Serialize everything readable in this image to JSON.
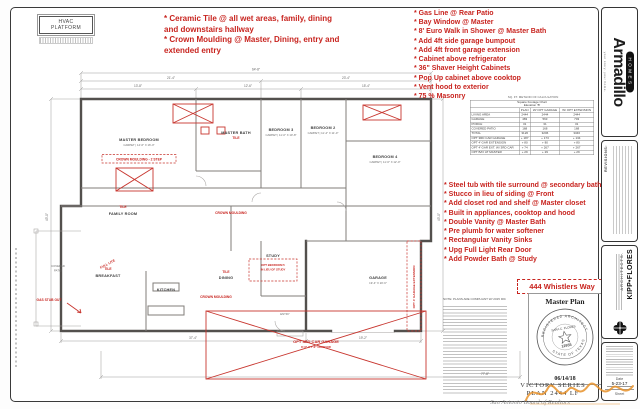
{
  "page": {
    "master_plan": "Master Plan",
    "seal_date": "06/14/18",
    "address": "444 Whistlers Way",
    "series_line1": "VICTORY  SERIES",
    "series_line2": "PLAN    2444    LF",
    "compliance_note": "NOTE: PLANS ARE COMPLIANT W/ 2015 IRC",
    "board_watermark": "San Antonio Board of Realtors"
  },
  "colors": {
    "annotation_red": "#c8241f",
    "wall": "#53504d",
    "dim_line": "#9d9d9d",
    "signature_orange": "#e8922a"
  },
  "hvac": {
    "line1": "HVAC",
    "line2": "PLATFORM"
  },
  "notes_left": [
    "* Ceramic Tile @ all wet areas, family, dining and downstairs hallway",
    "* Crown Moulding @ Master, Dining, entry and extended entry"
  ],
  "notes_right": [
    "* Gas Line @ Rear Patio",
    "* Bay Window @ Master",
    "* 8' Euro Walk in Shower @ Master Bath",
    "* Add 4ft side garage bumpout",
    "* Add 4ft front garage extension",
    "* Cabinet above refrigerator",
    "* 36\" Shaver Height Cabinets",
    "* Pop Up cabinet above cooktop",
    "* Vent hood to exterior",
    "* 75 % Masonry"
  ],
  "notes_mid": [
    "* Steel tub with tile surround @ secondary bath",
    "* Stucco in lieu of siding @ Front",
    "* Add closet rod and shelf @ Master closet",
    "* Built in appliances, cooktop and hood",
    "* Double Vanity @ Master Bath",
    "* Pre plumb for water softener",
    "* Rectangular Vanity Sinks",
    "* Upg Full Light Rear Door",
    "* Add Powder Bath @ Study"
  ],
  "sqft": {
    "method_note": "SQ. FT. METHOD OF CALCULATION",
    "title1": "Square Footage Chart",
    "title2": "Elevation 'B'",
    "col_headers": [
      "",
      "PLAN",
      "W/ OPT GARAGE",
      "W/ OPT EXTENSION"
    ],
    "rows": [
      {
        "label": "LIVING AREA",
        "v": [
          "2444",
          "2444",
          "2444"
        ]
      },
      {
        "label": "GARAGE",
        "v": [
          "483",
          "563",
          "703"
        ]
      },
      {
        "label": "PORCH",
        "v": [
          "31",
          "31",
          "31"
        ]
      },
      {
        "label": "COVERED PATIO",
        "v": [
          "168",
          "168",
          "168"
        ]
      },
      {
        "label": "TOTAL",
        "v": [
          "3126",
          "3206",
          "3346"
        ]
      },
      {
        "label": "OPT 3RD CAR GARAGE",
        "v": [
          "+ 187",
          "+ 173",
          "+ 134"
        ]
      },
      {
        "label": "OPT 4' GAR EXTENSION",
        "v": [
          "+ 80",
          "+ 80",
          "+ 80"
        ]
      },
      {
        "label": "OPT 4' GAR EXT. W/ 3RD CAR",
        "v": [
          "+ 74",
          "+ 267",
          "+ 267"
        ]
      },
      {
        "label": "OPT BAY AT MASTER",
        "v": [
          "+ 29",
          "+ 29",
          "+ 29"
        ]
      }
    ]
  },
  "titleblock": {
    "brand": "Armadillo",
    "brand_sub": "HOMES",
    "tagline": "your story. your home.",
    "revisions_label": "REVISIONS:",
    "firm_name": "KIPP•FLORES",
    "firm_sub": "ARCHITECTS.",
    "date_label": "Date",
    "date": "5-23-17",
    "sheet_label": "Sheet"
  },
  "seal": {
    "arc_top": "REGISTERED ARCHITECT",
    "arc_bottom": "STATE OF TEXAS",
    "name": "SARA C. FLORES",
    "number": "12955"
  },
  "plan": {
    "rooms": {
      "master_bedroom": "MASTER BEDROOM",
      "master_bedroom_sub": "CARPET | 14'-6\" X 16'-0\"",
      "master_bath": "MASTER BATH",
      "bedroom2": "BEDROOM 2",
      "bedroom2_sub": "CARPET | 11'-4\" X 11'-0\"",
      "bedroom3": "BEDROOM 3",
      "bedroom3_sub": "CARPET | 11'-0\" X 10'-8\"",
      "bedroom4": "BEDROOM 4",
      "bedroom4_sub": "CARPET | 11'-6\" X 12'-0\"",
      "family_room": "FAMILY ROOM",
      "breakfast": "BREAKFAST",
      "kitchen": "KITCHEN",
      "dining": "DINING",
      "study": "STUDY",
      "entry": "ENTRY",
      "garage": "GARAGE",
      "garage_sub": "19'-4\" X 20'-6\"",
      "covered_patio_1": "COVERED",
      "covered_patio_2": "PATIO"
    },
    "red": {
      "crown_2step": "CROWN MOULDING - 2 STEP",
      "crown_a": "CROWN MOULDING",
      "crown_b": "CROWN MOULDING",
      "tile_a": "TILE",
      "tile_b": "TILE",
      "tile_c": "TILE",
      "tile_d": "TILE",
      "full_lite": "FULL LITE",
      "gas_stub": "GAS STUB OUT",
      "opt_ext": "OPT 4' GARAGE EXTENSION",
      "opt_3car": "OPT 3RD CAR GARAGE",
      "opt_3car_sub": "8'-0\" X 7'-0\" OH DOOR",
      "opt_bed5_1": "OPT BEDROOM 5",
      "opt_bed5_2": "IN LIEU OF STUDY"
    },
    "dims": {
      "overall_top": "64'-8\"",
      "top_a": "21'-4\"",
      "top_b": "23'-4\"",
      "top_c": "13'-8\"",
      "top_d": "12'-6\"",
      "top_e": "15'-4\"",
      "overall_bottom": "77'-8\"",
      "bottom_a": "37'-4\"",
      "bottom_b": "19'-2\"",
      "left": "43'-0\"",
      "right": "43'-0\""
    }
  }
}
